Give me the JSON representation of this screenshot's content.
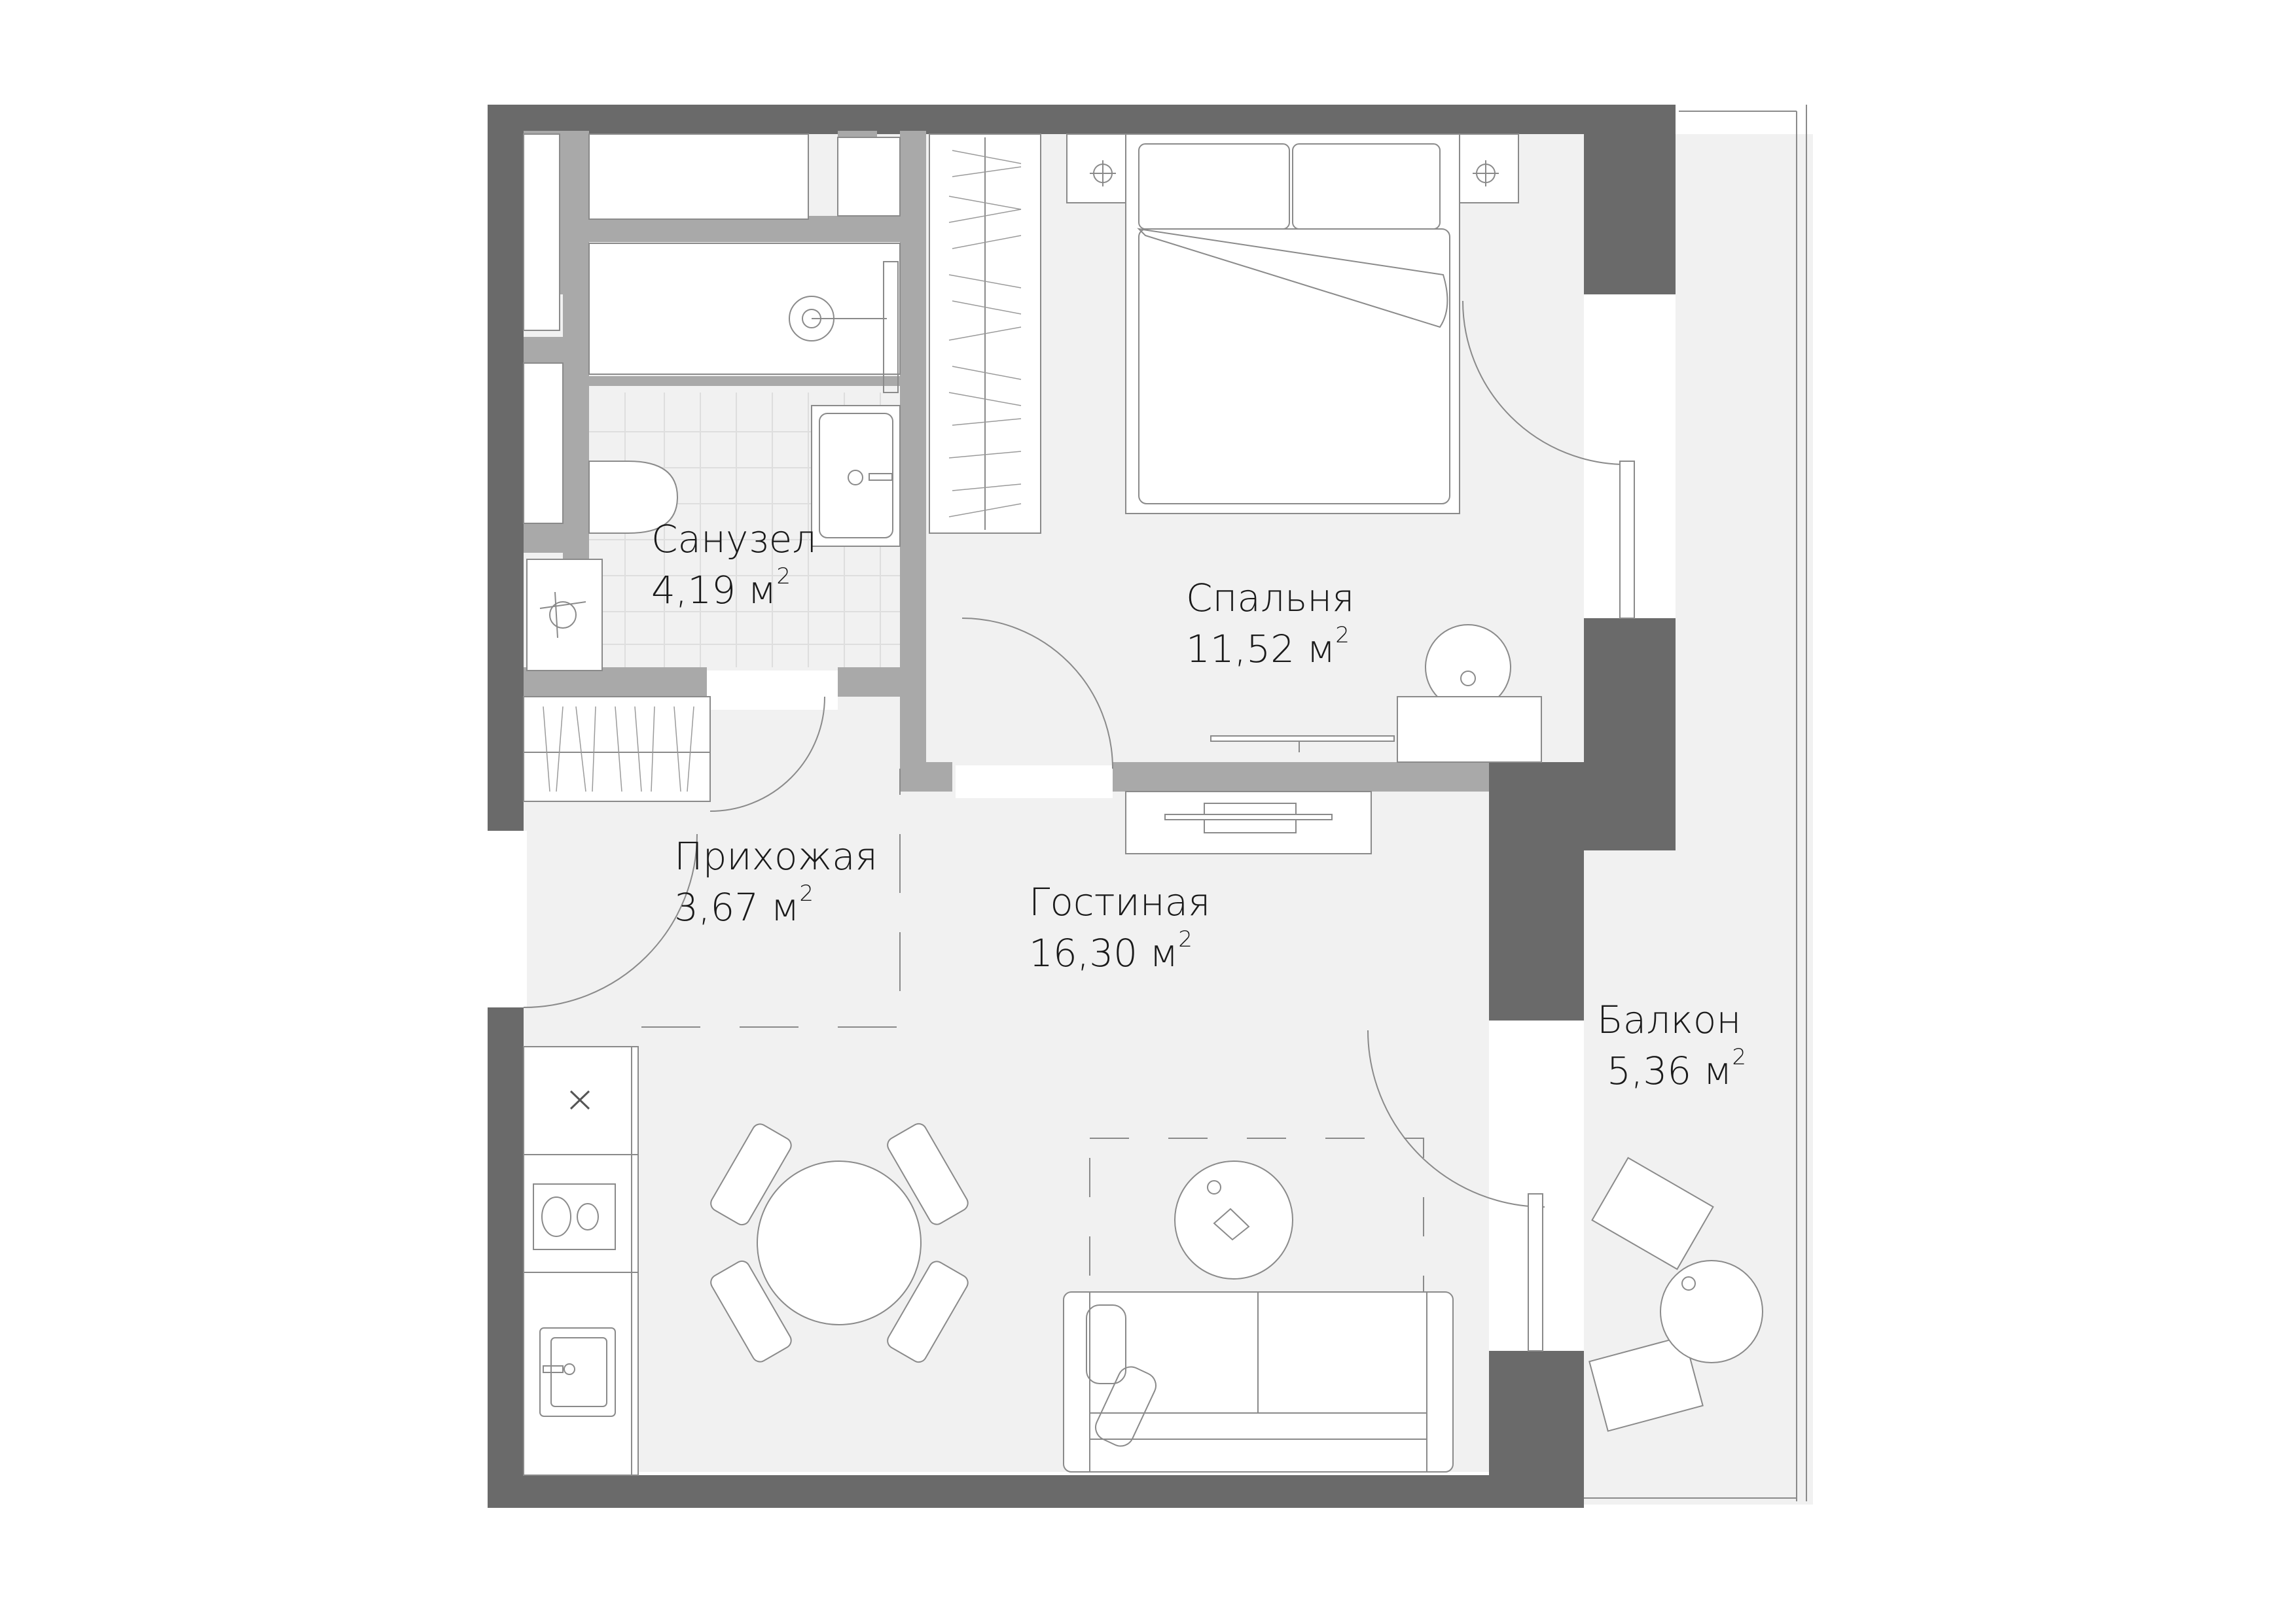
{
  "plan": {
    "colors": {
      "outer_wall": "#6a6a6a",
      "inner_wall": "#a9a9a9",
      "floor": "#f1f1f1",
      "furniture": "#ffffff",
      "line": "#8a8a8a",
      "text": "#1a1a1a"
    },
    "unit": "м",
    "unit_sup": "2",
    "rooms": [
      {
        "id": "bathroom",
        "name": "Санузел",
        "area": "4,19"
      },
      {
        "id": "bedroom",
        "name": "Спальня",
        "area": "11,52"
      },
      {
        "id": "hallway",
        "name": "Прихожая",
        "area": "3,67"
      },
      {
        "id": "living",
        "name": "Гостиная",
        "area": "16,30"
      },
      {
        "id": "balcony",
        "name": "Балкон",
        "area": "5,36"
      }
    ],
    "furniture_icons": [
      "bathtub-icon",
      "toilet-icon",
      "washbasin-icon",
      "washing-machine-icon",
      "wardrobe-icon",
      "double-bed-icon",
      "nightstand-icon",
      "tv-icon",
      "desk-icon",
      "stool-icon",
      "kitchen-counter-icon",
      "stove-icon",
      "kitchen-sink-icon",
      "dining-table-icon",
      "chair-icon",
      "sofa-icon",
      "coffee-table-icon",
      "balcony-chair-icon",
      "balcony-table-icon",
      "door-swing-icon"
    ]
  }
}
